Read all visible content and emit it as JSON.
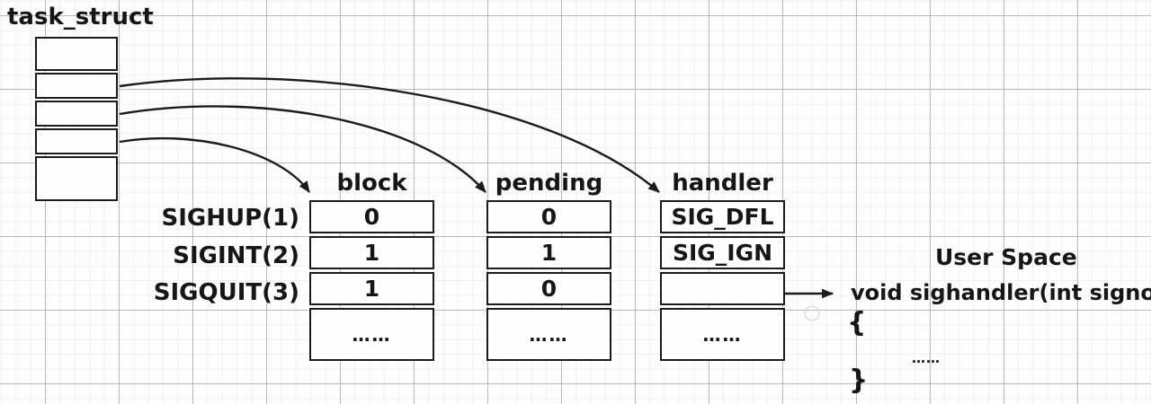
{
  "task_struct": {
    "label": "task_struct"
  },
  "signal_rows": [
    "SIGHUP(1)",
    "SIGINT(2)",
    "SIGQUIT(3)"
  ],
  "tables": {
    "block": {
      "header": "block",
      "values": [
        "0",
        "1",
        "1",
        "……"
      ]
    },
    "pending": {
      "header": "pending",
      "values": [
        "0",
        "1",
        "0",
        "……"
      ]
    },
    "handler": {
      "header": "handler",
      "values": [
        "SIG_DFL",
        "SIG_IGN",
        "",
        "……"
      ]
    }
  },
  "user_space": {
    "title": "User Space",
    "signature": "void sighandler(int signo)",
    "open_brace": "{",
    "body_ellipsis": "……",
    "close_brace": "}"
  },
  "colors": {
    "stroke": "#1b1b1b",
    "grid_major": "#b2afaf",
    "grid_minor": "#d6d2d2",
    "canvas": "#fdfdfd"
  }
}
